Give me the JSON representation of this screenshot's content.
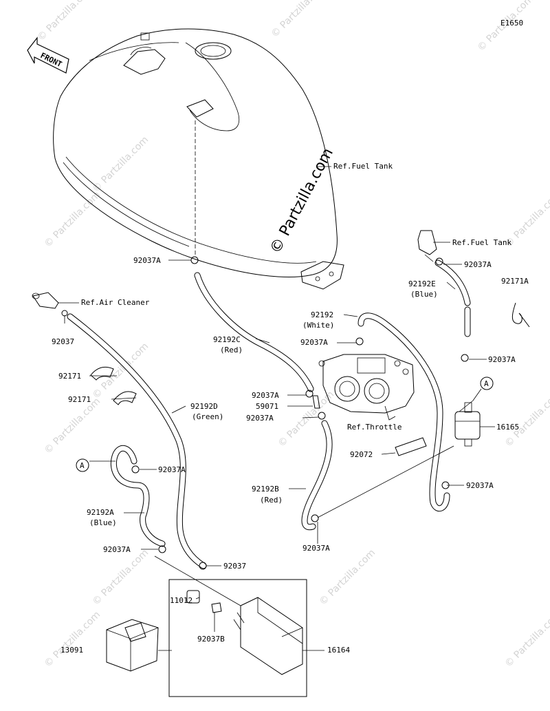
{
  "diagram_code": "E1650",
  "front_label": "FRONT",
  "watermark": "© Partzilla.com",
  "labels": {
    "ref_fuel_tank_1": "Ref.Fuel Tank",
    "ref_fuel_tank_2": "Ref.Fuel Tank",
    "ref_air_cleaner": "Ref.Air Cleaner",
    "ref_throttle": "Ref.Throttle",
    "p92037A_tank": "92037A",
    "p92037_ac": "92037",
    "p92171_1": "92171",
    "p92171_2": "92171",
    "p92192D": "92192D",
    "p92192D_color": "(Green)",
    "p92192C": "92192C",
    "p92192C_color": "(Red)",
    "p92192": "92192",
    "p92192_color": "(White)",
    "p92037A_white": "92037A",
    "p92037A_red_top": "92037A",
    "p59071": "59071",
    "p92037A_red_mid": "92037A",
    "p92192E": "92192E",
    "p92192E_color": "(Blue)",
    "p92037A_blue_top": "92037A",
    "p92171A": "92171A",
    "p92037A_filter_top": "92037A",
    "p16165": "16165",
    "p92072": "92072",
    "p92037A_filter_bot": "92037A",
    "p92192B": "92192B",
    "p92192B_color": "(Red)",
    "p92037A_red_bot": "92037A",
    "p92037A_A": "92037A",
    "p92192A": "92192A",
    "p92192A_color": "(Blue)",
    "p92037A_blue_bot": "92037A",
    "p92037_green_bot": "92037",
    "p11012": "11012",
    "p92037B": "92037B",
    "p13091": "13091",
    "p16164": "16164",
    "ref_A_left": "A",
    "ref_A_right": "A"
  }
}
